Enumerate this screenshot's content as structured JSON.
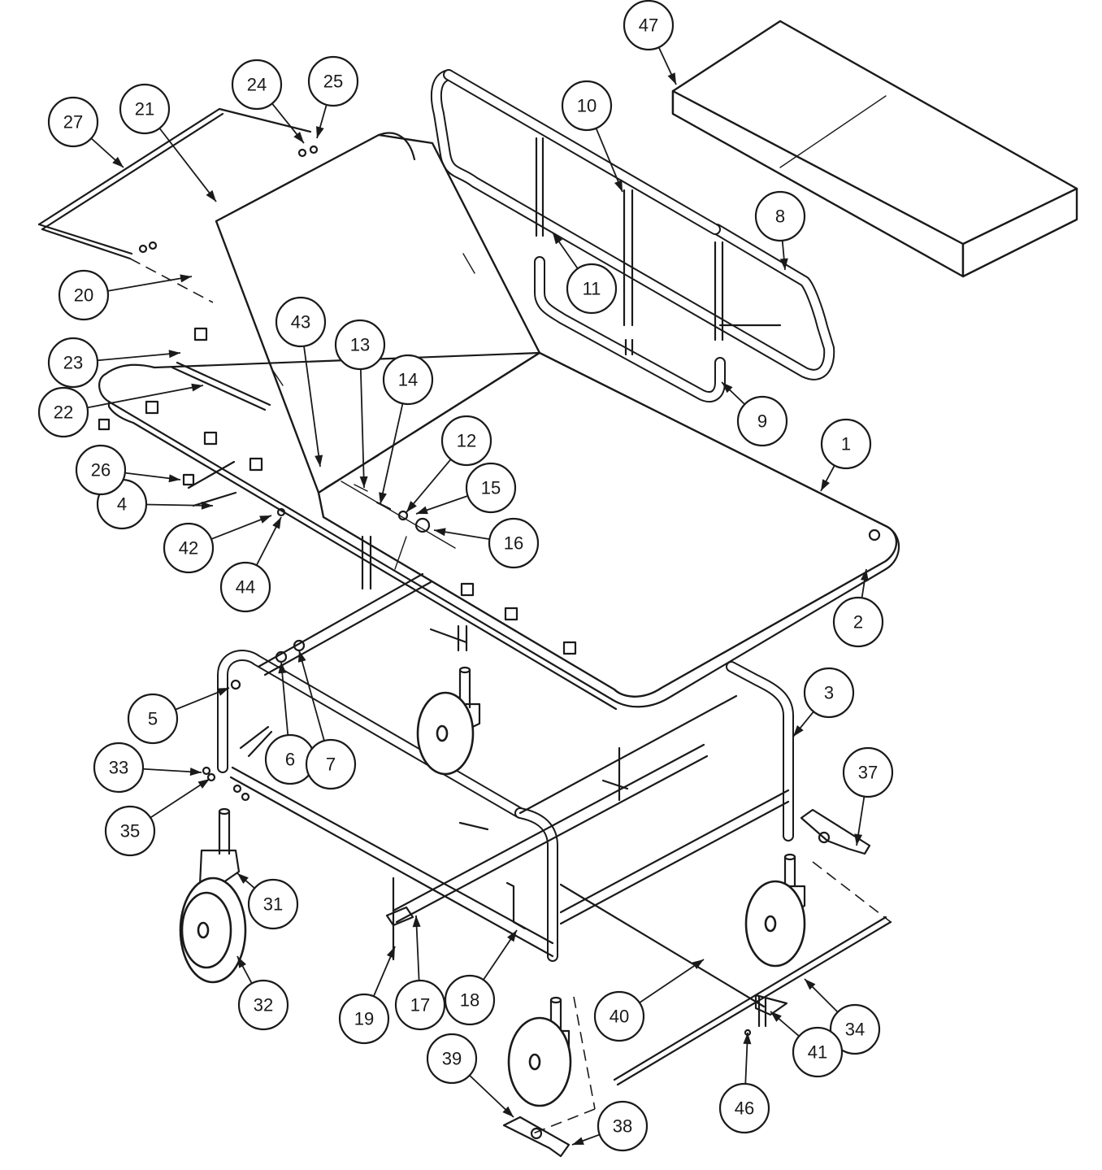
{
  "callouts": [
    {
      "label": "1"
    },
    {
      "label": "2"
    },
    {
      "label": "3"
    },
    {
      "label": "4"
    },
    {
      "label": "5"
    },
    {
      "label": "6"
    },
    {
      "label": "7"
    },
    {
      "label": "8"
    },
    {
      "label": "9"
    },
    {
      "label": "10"
    },
    {
      "label": "11"
    },
    {
      "label": "12"
    },
    {
      "label": "13"
    },
    {
      "label": "14"
    },
    {
      "label": "15"
    },
    {
      "label": "16"
    },
    {
      "label": "17"
    },
    {
      "label": "18"
    },
    {
      "label": "19"
    },
    {
      "label": "20"
    },
    {
      "label": "21"
    },
    {
      "label": "22"
    },
    {
      "label": "23"
    },
    {
      "label": "24"
    },
    {
      "label": "25"
    },
    {
      "label": "26"
    },
    {
      "label": "27"
    },
    {
      "label": "31"
    },
    {
      "label": "32"
    },
    {
      "label": "33"
    },
    {
      "label": "34"
    },
    {
      "label": "35"
    },
    {
      "label": "37"
    },
    {
      "label": "38"
    },
    {
      "label": "39"
    },
    {
      "label": "40"
    },
    {
      "label": "41"
    },
    {
      "label": "42"
    },
    {
      "label": "43"
    },
    {
      "label": "44"
    },
    {
      "label": "46"
    },
    {
      "label": "47"
    }
  ]
}
